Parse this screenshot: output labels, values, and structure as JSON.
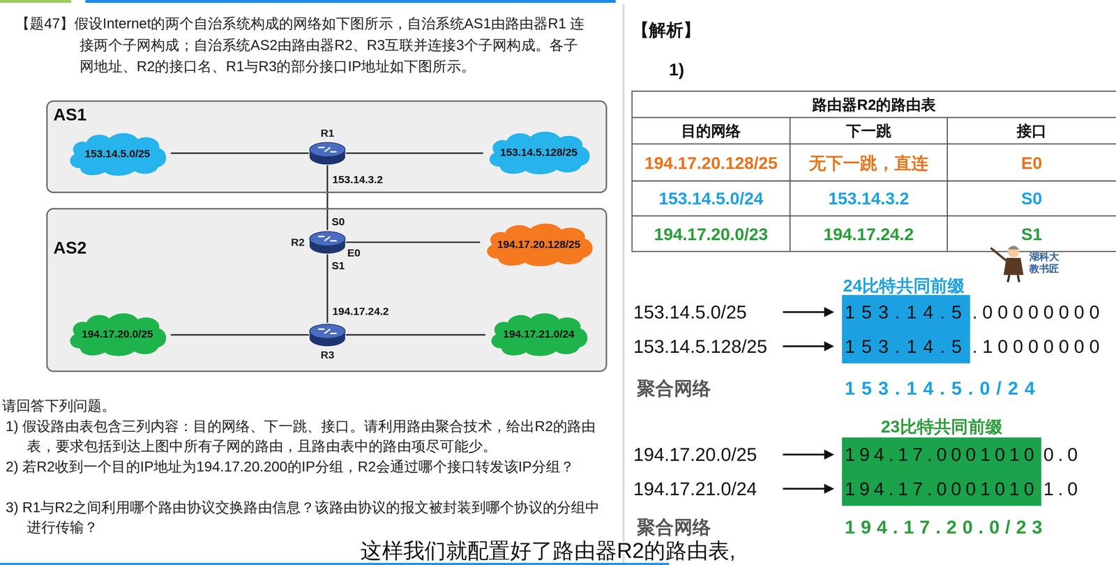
{
  "diagram": {
    "nodes": [
      {
        "text": [
          "AS1"
        ]
      },
      {
        "text": [
          "153.14.5.0/25"
        ],
        "in": 0
      },
      {
        "text": [
          "R1"
        ],
        "in": 0
      },
      {
        "text": [
          "153.14.5.128/25"
        ],
        "in": 0
      },
      {
        "text": [
          "AS2"
        ]
      },
      {
        "text": [
          "R2"
        ],
        "in": 4
      },
      {
        "text": [
          "194.17.20.128/25"
        ],
        "in": 4
      },
      {
        "text": [
          "194.17.20.0/25"
        ],
        "in": 4
      },
      {
        "text": [
          "R3"
        ],
        "in": 4
      },
      {
        "text": [
          "194.17.21.0/24"
        ],
        "in": 4
      }
    ],
    "edges": [
      {
        "from": 1,
        "to": 2,
        "arrow": "none"
      },
      {
        "from": 2,
        "to": 3,
        "arrow": "none"
      },
      {
        "from": 2,
        "to": 5,
        "arrow": "none"
      },
      {
        "from": 5,
        "to": 6,
        "arrow": "none"
      },
      {
        "from": 5,
        "to": 8,
        "arrow": "none"
      },
      {
        "from": 7,
        "to": 8,
        "arrow": "none"
      },
      {
        "from": 8,
        "to": 9,
        "arrow": "none"
      }
    ],
    "labels": [
      "【题47】假设Internet的两个自治系统构成的网络如下图所示，自治系统AS1由路由器R1 连接两个子网构成；自治系统AS2由路由器R2、R3互联并连接3个子网构成。各子网地址、R2的接口名、R1与R3的部分接口IP地址如下图所示。",
      "153.14.3.2",
      "S0",
      "E0",
      "S1",
      "194.17.24.2",
      "请回答下列问题。",
      "1) 假设路由表包含三列内容：目的网络、下一跳、接口。请利用路由聚合技术，给出R2的路由表，要求包括到达上图中所有子网的路由，且路由表中的路由项尽可能少。",
      "2) 若R2收到一个目的IP地址为194.17.20.200的IP分组，R2会通过哪个接口转发该IP分组？",
      "3) R1与R2之间利用哪个路由协议交换路由信息？该路由协议的报文被封装到哪个协议的分组中进行传输？",
      "【解析】",
      "1)",
      "路由器R2的路由表",
      "目的网络",
      "下一跳",
      "接口",
      "194.17.20.128/25",
      "无下一跳，直连",
      "E0",
      "153.14.5.0/24",
      "153.14.3.2",
      "S0",
      "194.17.20.0/23",
      "194.17.24.2",
      "S1",
      "湖科大 教书匠",
      "24比特共同前缀",
      "153.14.5.0/25",
      "153.14.5",
      ".00000000",
      "153.14.5.128/25",
      "153.14.5",
      ".10000000",
      "聚合网络",
      "153.14.5.0/24",
      "23比特共同前缀",
      "194.17.20.0/25",
      "194.17.0001010",
      "0.0",
      "194.17.21.0/24",
      "194.17.0001010",
      "1.0",
      "聚合网络",
      "194.17.20.0/23",
      "这样我们就配置好了路由器R2的路由表,"
    ]
  }
}
